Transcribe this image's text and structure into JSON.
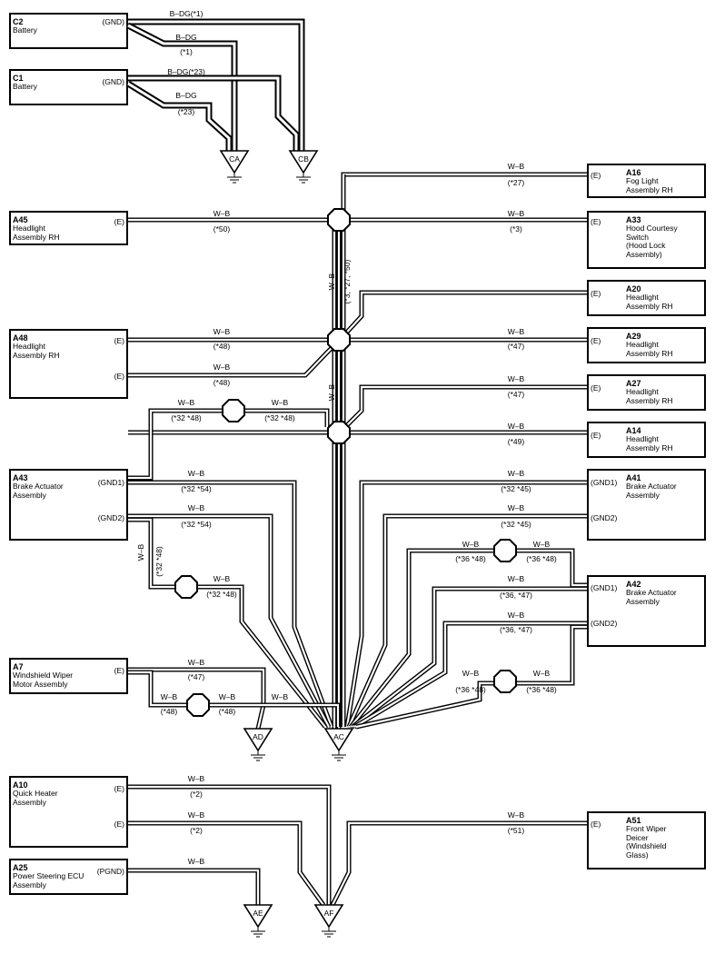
{
  "components": [
    {
      "id": "c2",
      "code": "C2",
      "name": "Battery",
      "terminals": [
        "(GND)"
      ]
    },
    {
      "id": "c1",
      "code": "C1",
      "name": "Battery",
      "terminals": [
        "(GND)"
      ]
    },
    {
      "id": "a16",
      "code": "A16",
      "name": "Fog Light\nAssembly RH",
      "terminals": [
        "(E)"
      ]
    },
    {
      "id": "a45",
      "code": "A45",
      "name": "Headlight\nAssembly RH",
      "terminals": [
        "(E)"
      ]
    },
    {
      "id": "a33",
      "code": "A33",
      "name": "Hood Courtesy\nSwitch\n(Hood Lock\n Assembly)",
      "terminals": [
        "(E)"
      ]
    },
    {
      "id": "a20",
      "code": "A20",
      "name": "Headlight\nAssembly RH",
      "terminals": [
        "(E)"
      ]
    },
    {
      "id": "a48",
      "code": "A48",
      "name": "Headlight\nAssembly RH",
      "terminals": [
        "(E)",
        "(E)"
      ]
    },
    {
      "id": "a29",
      "code": "A29",
      "name": "Headlight\nAssembly RH",
      "terminals": [
        "(E)"
      ]
    },
    {
      "id": "a27",
      "code": "A27",
      "name": "Headlight\nAssembly RH",
      "terminals": [
        "(E)"
      ]
    },
    {
      "id": "a14",
      "code": "A14",
      "name": "Headlight\nAssembly RH",
      "terminals": [
        "(E)"
      ]
    },
    {
      "id": "a43",
      "code": "A43",
      "name": "Brake Actuator\nAssembly",
      "terminals": [
        "(GND1)",
        "(GND2)"
      ]
    },
    {
      "id": "a41",
      "code": "A41",
      "name": "Brake Actuator\nAssembly",
      "terminals": [
        "(GND1)",
        "(GND2)"
      ]
    },
    {
      "id": "a42",
      "code": "A42",
      "name": "Brake Actuator\nAssembly",
      "terminals": [
        "(GND1)",
        "(GND2)"
      ]
    },
    {
      "id": "a7",
      "code": "A7",
      "name": "Windshield Wiper\nMotor Assembly",
      "terminals": [
        "(E)"
      ]
    },
    {
      "id": "a10",
      "code": "A10",
      "name": "Quick Heater\nAssembly",
      "terminals": [
        "(E)",
        "(E)"
      ]
    },
    {
      "id": "a51",
      "code": "A51",
      "name": "Front Wiper\nDeicer\n(Windshield\n Glass)",
      "terminals": [
        "(E)"
      ]
    },
    {
      "id": "a25",
      "code": "A25",
      "name": "Power Steering ECU\nAssembly",
      "terminals": [
        "(PGND)"
      ]
    }
  ],
  "grounds": [
    "CA",
    "CB",
    "AD",
    "AC",
    "AE",
    "AF"
  ],
  "wire_labels": [
    "B–DG(*1)",
    "B–DG",
    "(*1)",
    "B–DG(*23)",
    "B–DG",
    "(*23)",
    "W–B",
    "(*27)",
    "W–B",
    "(*50)",
    "W–B",
    "(*3)",
    "W–B",
    "(*3, *27, *50)",
    "W–B",
    "W–B",
    "(*48)",
    "(*47)",
    "W–B",
    "(*48)",
    "W–B",
    "W–B",
    "W–B",
    "(*32 *48)",
    "(*32 *48)",
    "(*47)",
    "W–B",
    "W–B",
    "(*49)",
    "W–B",
    "(*32 *54)",
    "W–B",
    "(*32 *45)",
    "W–B",
    "(*32 *54)",
    "W–B",
    "(*32 *45)",
    "W–B",
    "(*32 *48)",
    "W–B",
    "(*32 *48)",
    "W–B",
    "W–B",
    "(*36 *48)",
    "(*36 *48)",
    "W–B",
    "(*36, *47)",
    "W–B",
    "(*36, *47)",
    "W–B",
    "W–B",
    "(*36 *48)",
    "(*36 *48)",
    "W–B",
    "(*47)",
    "W–B",
    "W–B",
    "W–B",
    "(*48)",
    "(*48)",
    "W–B",
    "(*2)",
    "W–B",
    "(*2)",
    "W–B",
    "(*51)",
    "W–B"
  ]
}
